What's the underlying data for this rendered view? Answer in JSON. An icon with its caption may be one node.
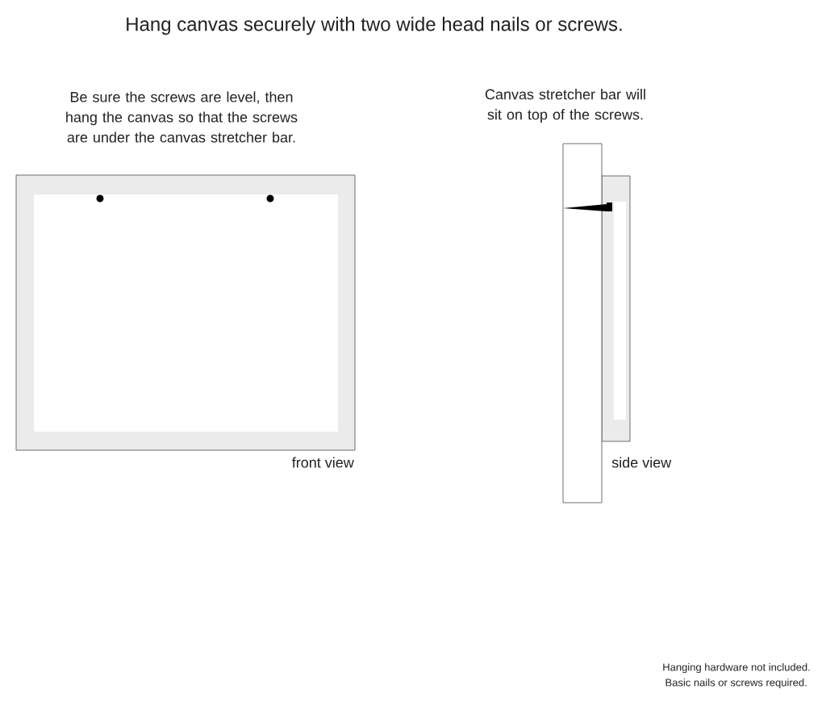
{
  "diagram": {
    "title": "Hang canvas securely with two wide head nails or screws.",
    "labels": [
      "Be sure the screws are level, then hang the canvas so that the screws are under the canvas stretcher bar.",
      "Canvas stretcher bar will sit on top of the screws.",
      "front view",
      "side view",
      "Hanging hardware not included.",
      "Basic nails or screws required."
    ]
  }
}
